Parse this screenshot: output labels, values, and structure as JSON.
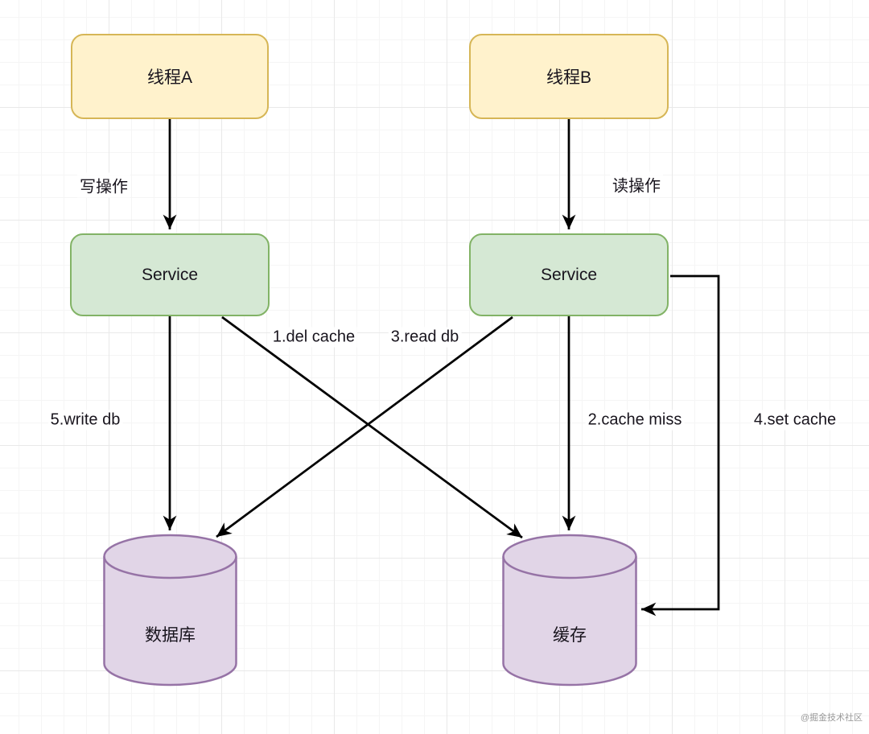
{
  "diagram": {
    "nodes": {
      "thread_a": {
        "label": "线程A"
      },
      "thread_b": {
        "label": "线程B"
      },
      "service_a": {
        "label": "Service"
      },
      "service_b": {
        "label": "Service"
      },
      "database": {
        "label": "数据库"
      },
      "cache": {
        "label": "缓存"
      }
    },
    "edge_labels": {
      "write_op": "写操作",
      "read_op": "读操作",
      "del_cache": "1.del cache",
      "cache_miss": "2.cache miss",
      "read_db": "3.read db",
      "set_cache": "4.set cache",
      "write_db": "5.write db"
    },
    "colors": {
      "thread_fill": "#fff2cc",
      "thread_border": "#d6b656",
      "service_fill": "#d5e8d4",
      "service_border": "#82b366",
      "store_fill": "#e1d5e7",
      "store_border": "#9673a6",
      "arrow": "#000000",
      "grid_minor": "#f5f5f5",
      "grid_major": "#e9e9e9",
      "label_text": "#18141d"
    },
    "watermark": "@掘金技术社区"
  }
}
